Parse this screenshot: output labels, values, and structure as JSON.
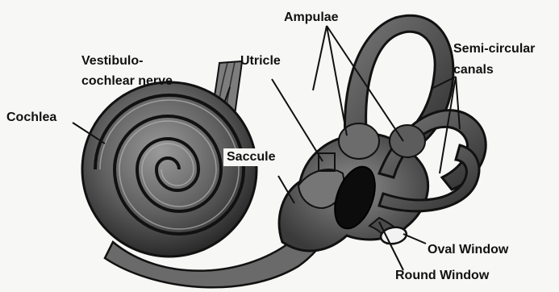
{
  "labels": {
    "ampulae": "Ampulae",
    "vestibulo": "Vestibulo-",
    "cochlear_nerve": "cochlear nerve",
    "utricle": "Utricle",
    "semicircular": "Semi-circular",
    "canals": "canals",
    "cochlea": "Cochlea",
    "saccule": "Saccule",
    "oval_window": "Oval Window",
    "round_window": "Round Window"
  },
  "colors": {
    "background": "#f7f7f5",
    "tissue_light": "#8a8a8a",
    "tissue_mid": "#5a5a5a",
    "tissue_dark": "#222222",
    "outline": "#111111"
  }
}
